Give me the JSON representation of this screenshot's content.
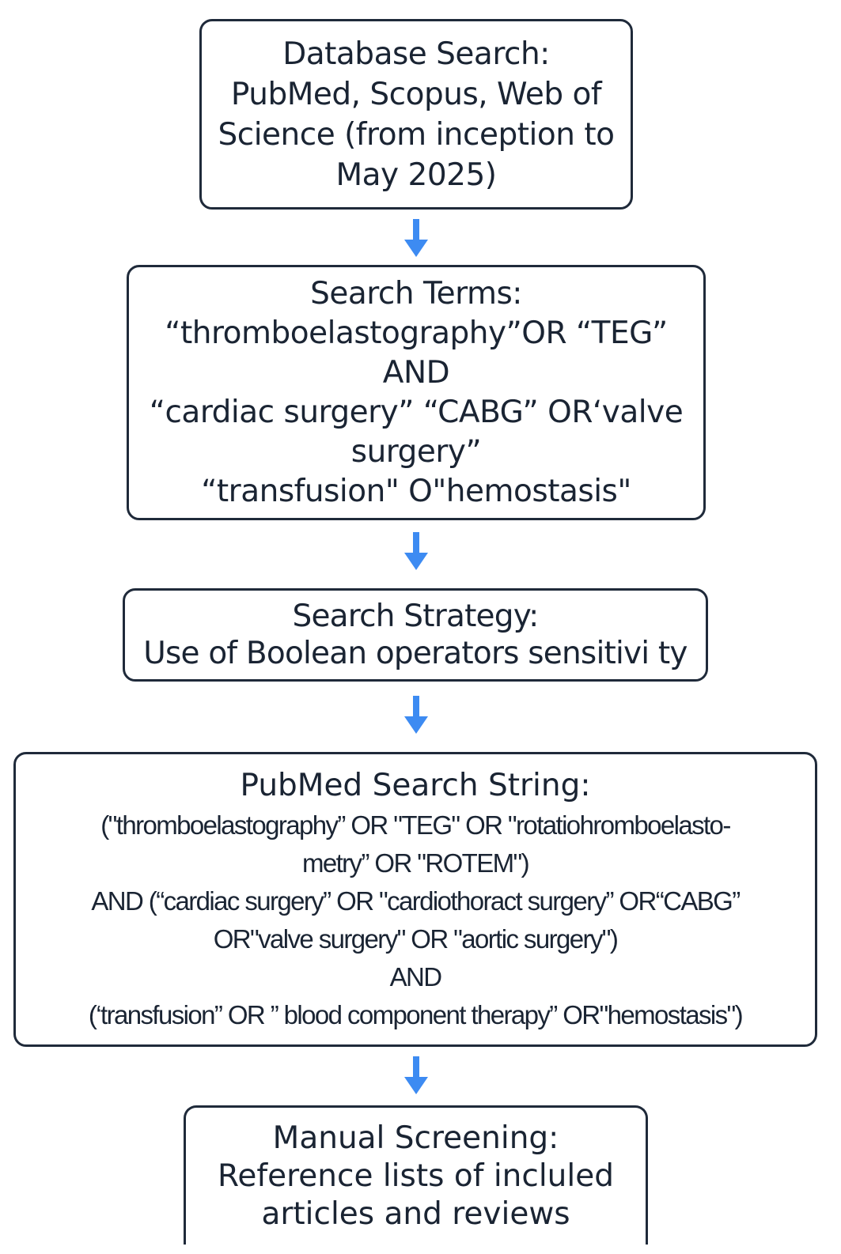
{
  "colors": {
    "box_border": "#1f2a3a",
    "text": "#1a2433",
    "arrow": "#3d8bf2"
  },
  "boxes": {
    "database_search": {
      "lines": [
        "Database Search:",
        "PubMed, Scopus, Web of",
        "Science (from inception to",
        "May 2025)"
      ]
    },
    "search_terms": {
      "lines": [
        "“thromboelastography”OR “TEG”",
        "AND",
        "“cardiac surgery” “CABG” OR‘valve",
        "surgery”",
        "“transfusion\" O\"hemostasis\""
      ],
      "title": "Search Terms:"
    },
    "search_strategy": {
      "title": "Search Strategy:",
      "lines": [
        "Use of Boolean operators sensitivi ty"
      ]
    },
    "pubmed_string": {
      "title": "PubMed Search String:",
      "lines": [
        "(\"thromboelastography” OR \"TEG\" OR \"rotatiohromboelasto-",
        "metry” OR \"ROTEM\")",
        "AND (“cardiac surgery” OR \"cardiothoract surgery” OR“CABG”",
        "OR\"valve surgery\" OR \"aortic surgery\")",
        "AND",
        "(‘transfusion” OR ” blood component therapy” OR\"hemostasis\")"
      ]
    },
    "manual_screening": {
      "title": "Manual Screening:",
      "lines": [
        "Reference lists of incluled",
        "articles and reviews"
      ]
    }
  },
  "icons": {
    "flow_arrow": "arrow-down-icon"
  }
}
